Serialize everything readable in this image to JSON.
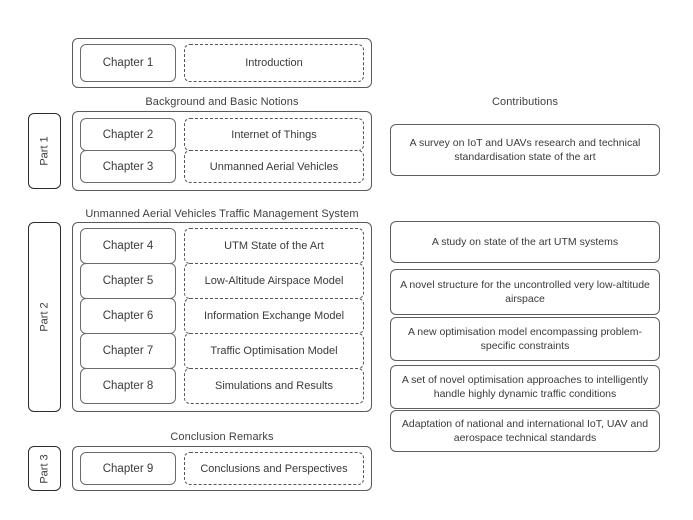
{
  "headers": {
    "background": "Background and Basic Notions",
    "utm": "Unmanned Aerial Vehicles Traffic Management System",
    "conclusion": "Conclusion Remarks",
    "contributions": "Contributions"
  },
  "parts": {
    "part1": "Part 1",
    "part2": "Part 2",
    "part3": "Part 3"
  },
  "chapters": [
    {
      "label": "Chapter 1",
      "title": "Introduction"
    },
    {
      "label": "Chapter 2",
      "title": "Internet of Things"
    },
    {
      "label": "Chapter 3",
      "title": "Unmanned Aerial Vehicles"
    },
    {
      "label": "Chapter 4",
      "title": "UTM State of the Art"
    },
    {
      "label": "Chapter 5",
      "title": "Low-Altitude Airspace Model"
    },
    {
      "label": "Chapter 6",
      "title": "Information Exchange Model"
    },
    {
      "label": "Chapter 7",
      "title": "Traffic Optimisation Model"
    },
    {
      "label": "Chapter 8",
      "title": "Simulations and Results"
    },
    {
      "label": "Chapter 9",
      "title": "Conclusions and Perspectives"
    }
  ],
  "contributions": [
    "A survey on IoT and UAVs research and technical standardisation state of the art",
    "A study on state of the art UTM systems",
    "A novel structure for the uncontrolled very low-altitude airspace",
    "A new optimisation model encompassing problem-specific constraints",
    "A set of novel optimisation approaches to intelligently handle highly dynamic traffic conditions",
    "Adaptation of national and international IoT, UAV and aerospace technical standards"
  ],
  "colors": {
    "text": "#3a3a3a",
    "solid_border": "#5e5e5e",
    "dashed_border": "#555555",
    "background": "#ffffff"
  }
}
